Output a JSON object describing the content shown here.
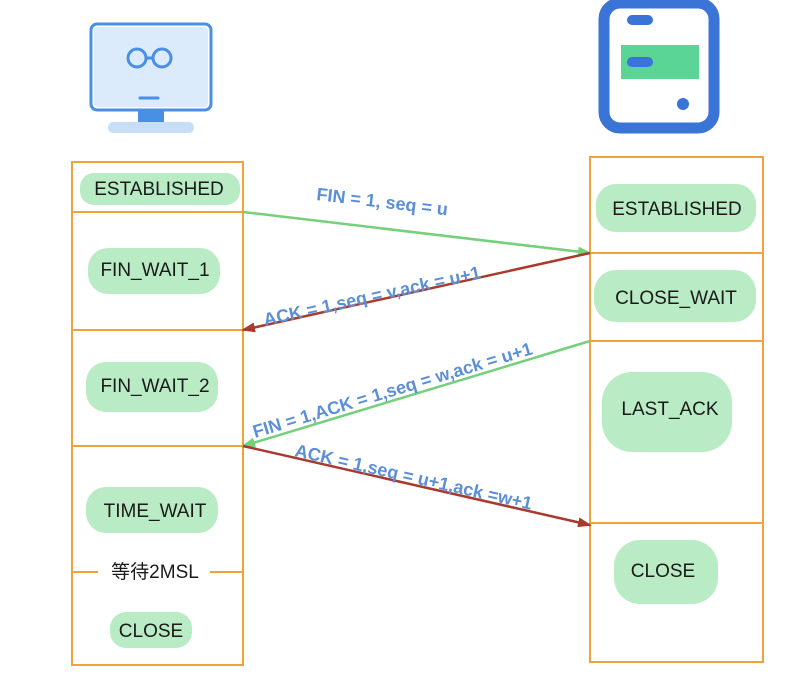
{
  "colors": {
    "box_border": "#f0a33a",
    "highlight": "#b9ebc4",
    "client_icon": "#4a8fe6",
    "server_icon": "#3a74d6",
    "server_band": "#5bd596",
    "arrow_green": "#74d07a",
    "arrow_red": "#a83a2e",
    "label_blue": "#5b8fd6"
  },
  "icons": {
    "client": "desktop-computer-icon",
    "server": "server-icon"
  },
  "client": {
    "states": [
      "ESTABLISHED",
      "FIN_WAIT_1",
      "FIN_WAIT_2",
      "TIME_WAIT",
      "CLOSE"
    ],
    "wait_label": "等待2MSL"
  },
  "server": {
    "states": [
      "ESTABLISHED",
      "CLOSE_WAIT",
      "LAST_ACK",
      "CLOSE"
    ]
  },
  "messages": [
    {
      "label": "FIN = 1, seq = u",
      "direction": "client-to-server"
    },
    {
      "label": "ACK = 1,seq = v,ack = u+1",
      "direction": "server-to-client"
    },
    {
      "label": "FIN = 1,ACK = 1,seq = w,ack = u+1",
      "direction": "server-to-client"
    },
    {
      "label": "ACK = 1,seq = u+1,ack =w+1",
      "direction": "client-to-server"
    }
  ]
}
